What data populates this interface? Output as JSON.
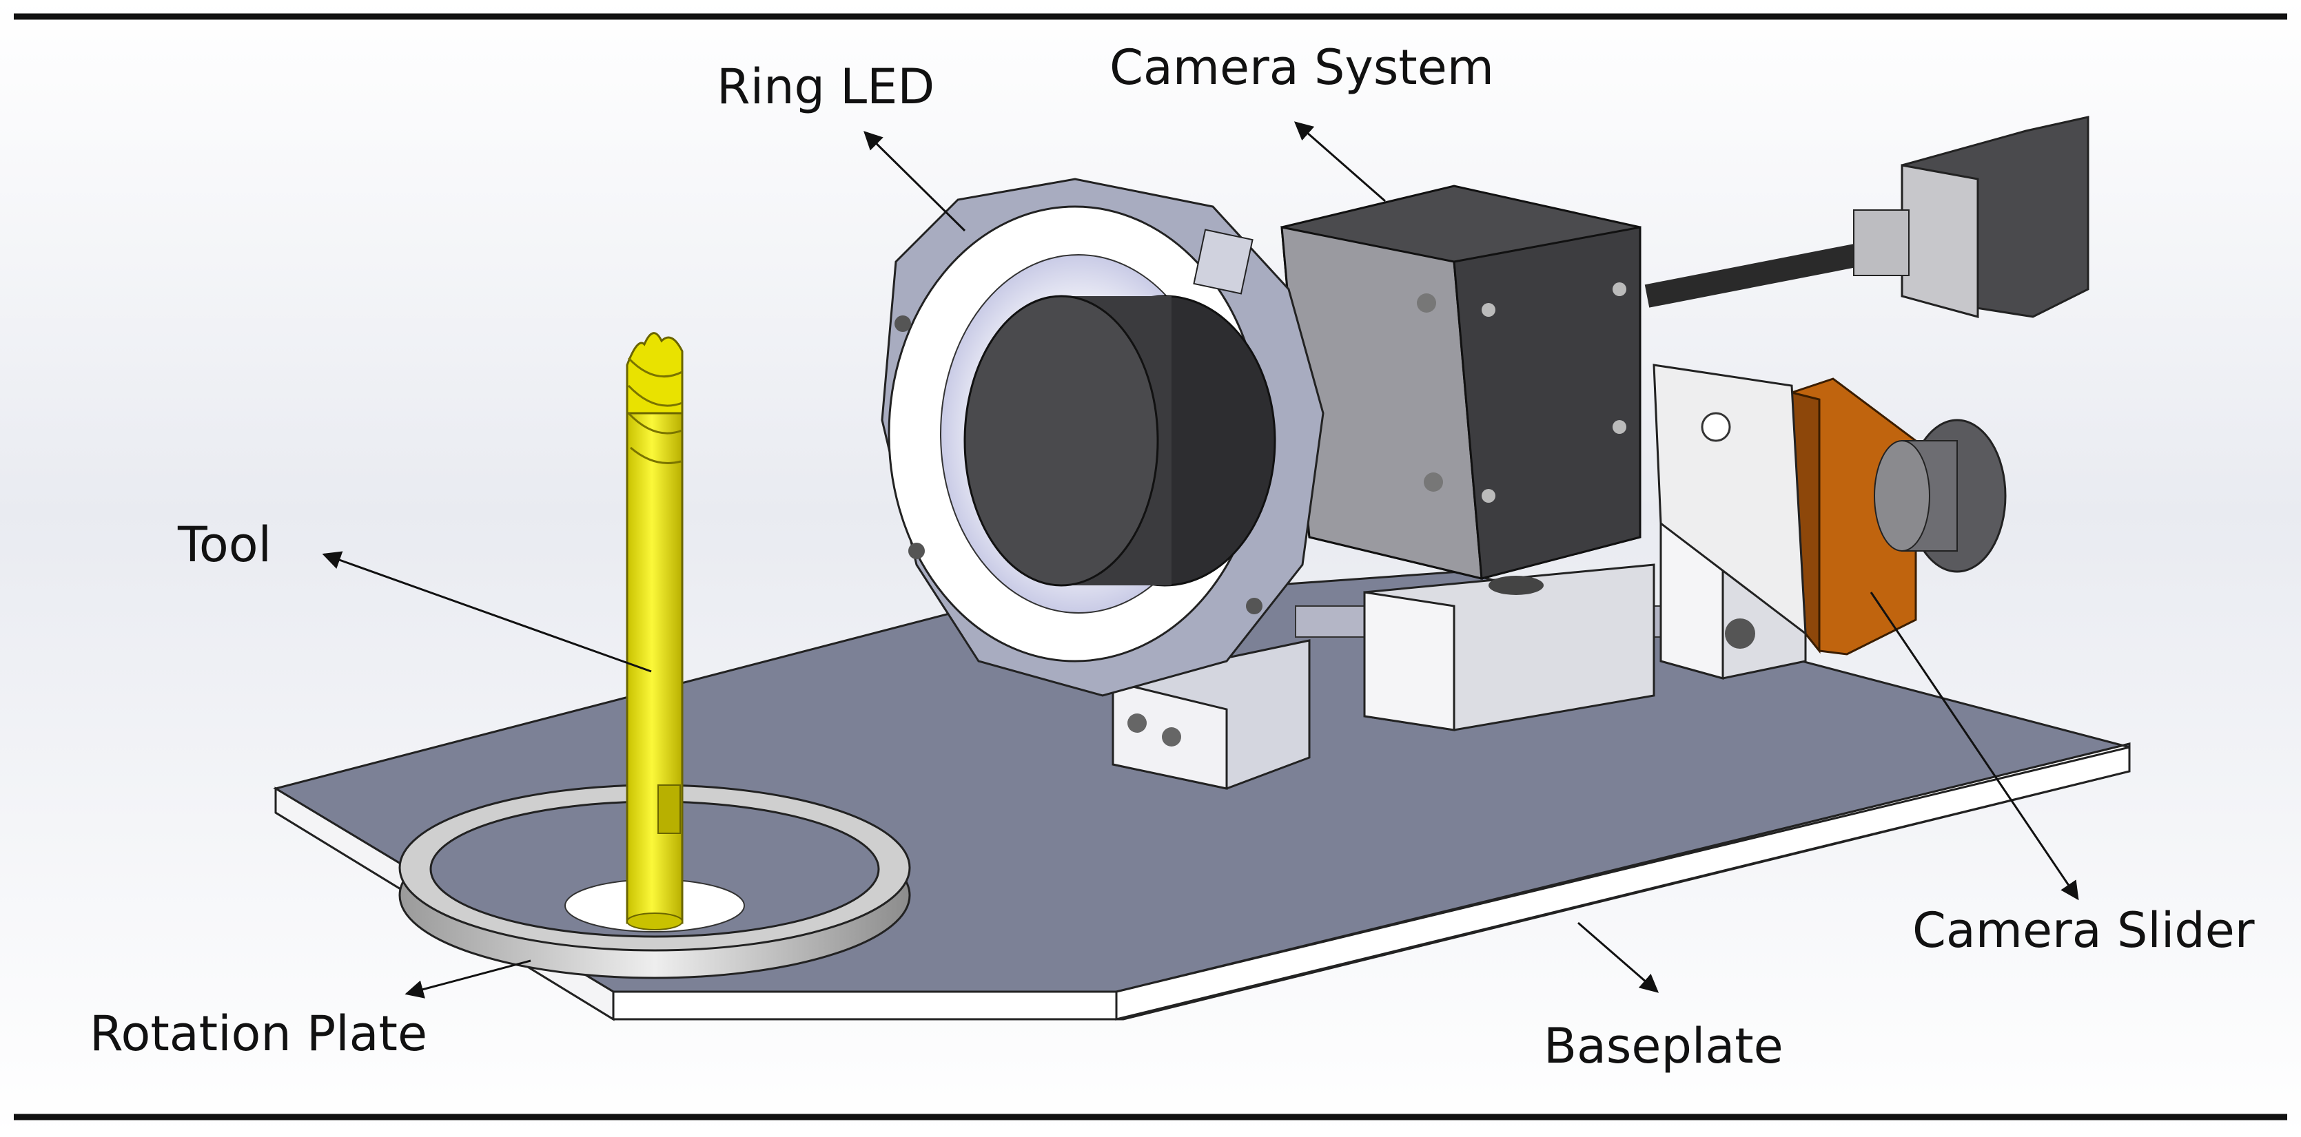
{
  "labels": {
    "ring_led": "Ring LED",
    "camera_system": "Camera System",
    "tool": "Tool",
    "camera_slider": "Camera Slider",
    "rotation_plate": "Rotation Plate",
    "baseplate": "Baseplate"
  },
  "colors": {
    "baseplate_top": "#7c8196",
    "baseplate_edge": "#ffffff",
    "tool": "#f2ee1c",
    "camera_body": "#4b4b4e",
    "slider": "#c0640e",
    "ring": "#a8acc0",
    "frame": "#111111"
  }
}
